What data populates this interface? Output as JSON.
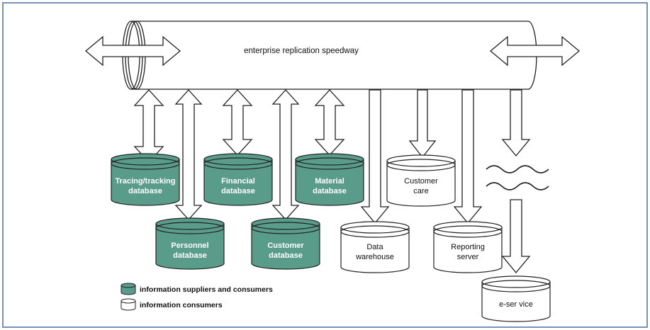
{
  "diagram": {
    "speedway_label": "enterprise replication speedway",
    "colors": {
      "border": "#4a6fa5",
      "supplier_fill": "#5a9c8a",
      "consumer_fill": "#ffffff",
      "stroke": "#222222"
    },
    "suppliers": [
      {
        "line1": "Tracing/tracking",
        "line2": "database"
      },
      {
        "line1": "Financial",
        "line2": "database"
      },
      {
        "line1": "Material",
        "line2": "database"
      },
      {
        "line1": "Personnel",
        "line2": "database"
      },
      {
        "line1": "Customer",
        "line2": "database"
      }
    ],
    "consumers": [
      {
        "line1": "Customer",
        "line2": "care"
      },
      {
        "line1": "Data",
        "line2": "warehouse"
      },
      {
        "line1": "Reporting",
        "line2": "server"
      },
      {
        "line1": "e-ser vice",
        "line2": ""
      }
    ],
    "legend": {
      "suppliers": "information suppliers and consumers",
      "consumers": "information consumers"
    }
  }
}
